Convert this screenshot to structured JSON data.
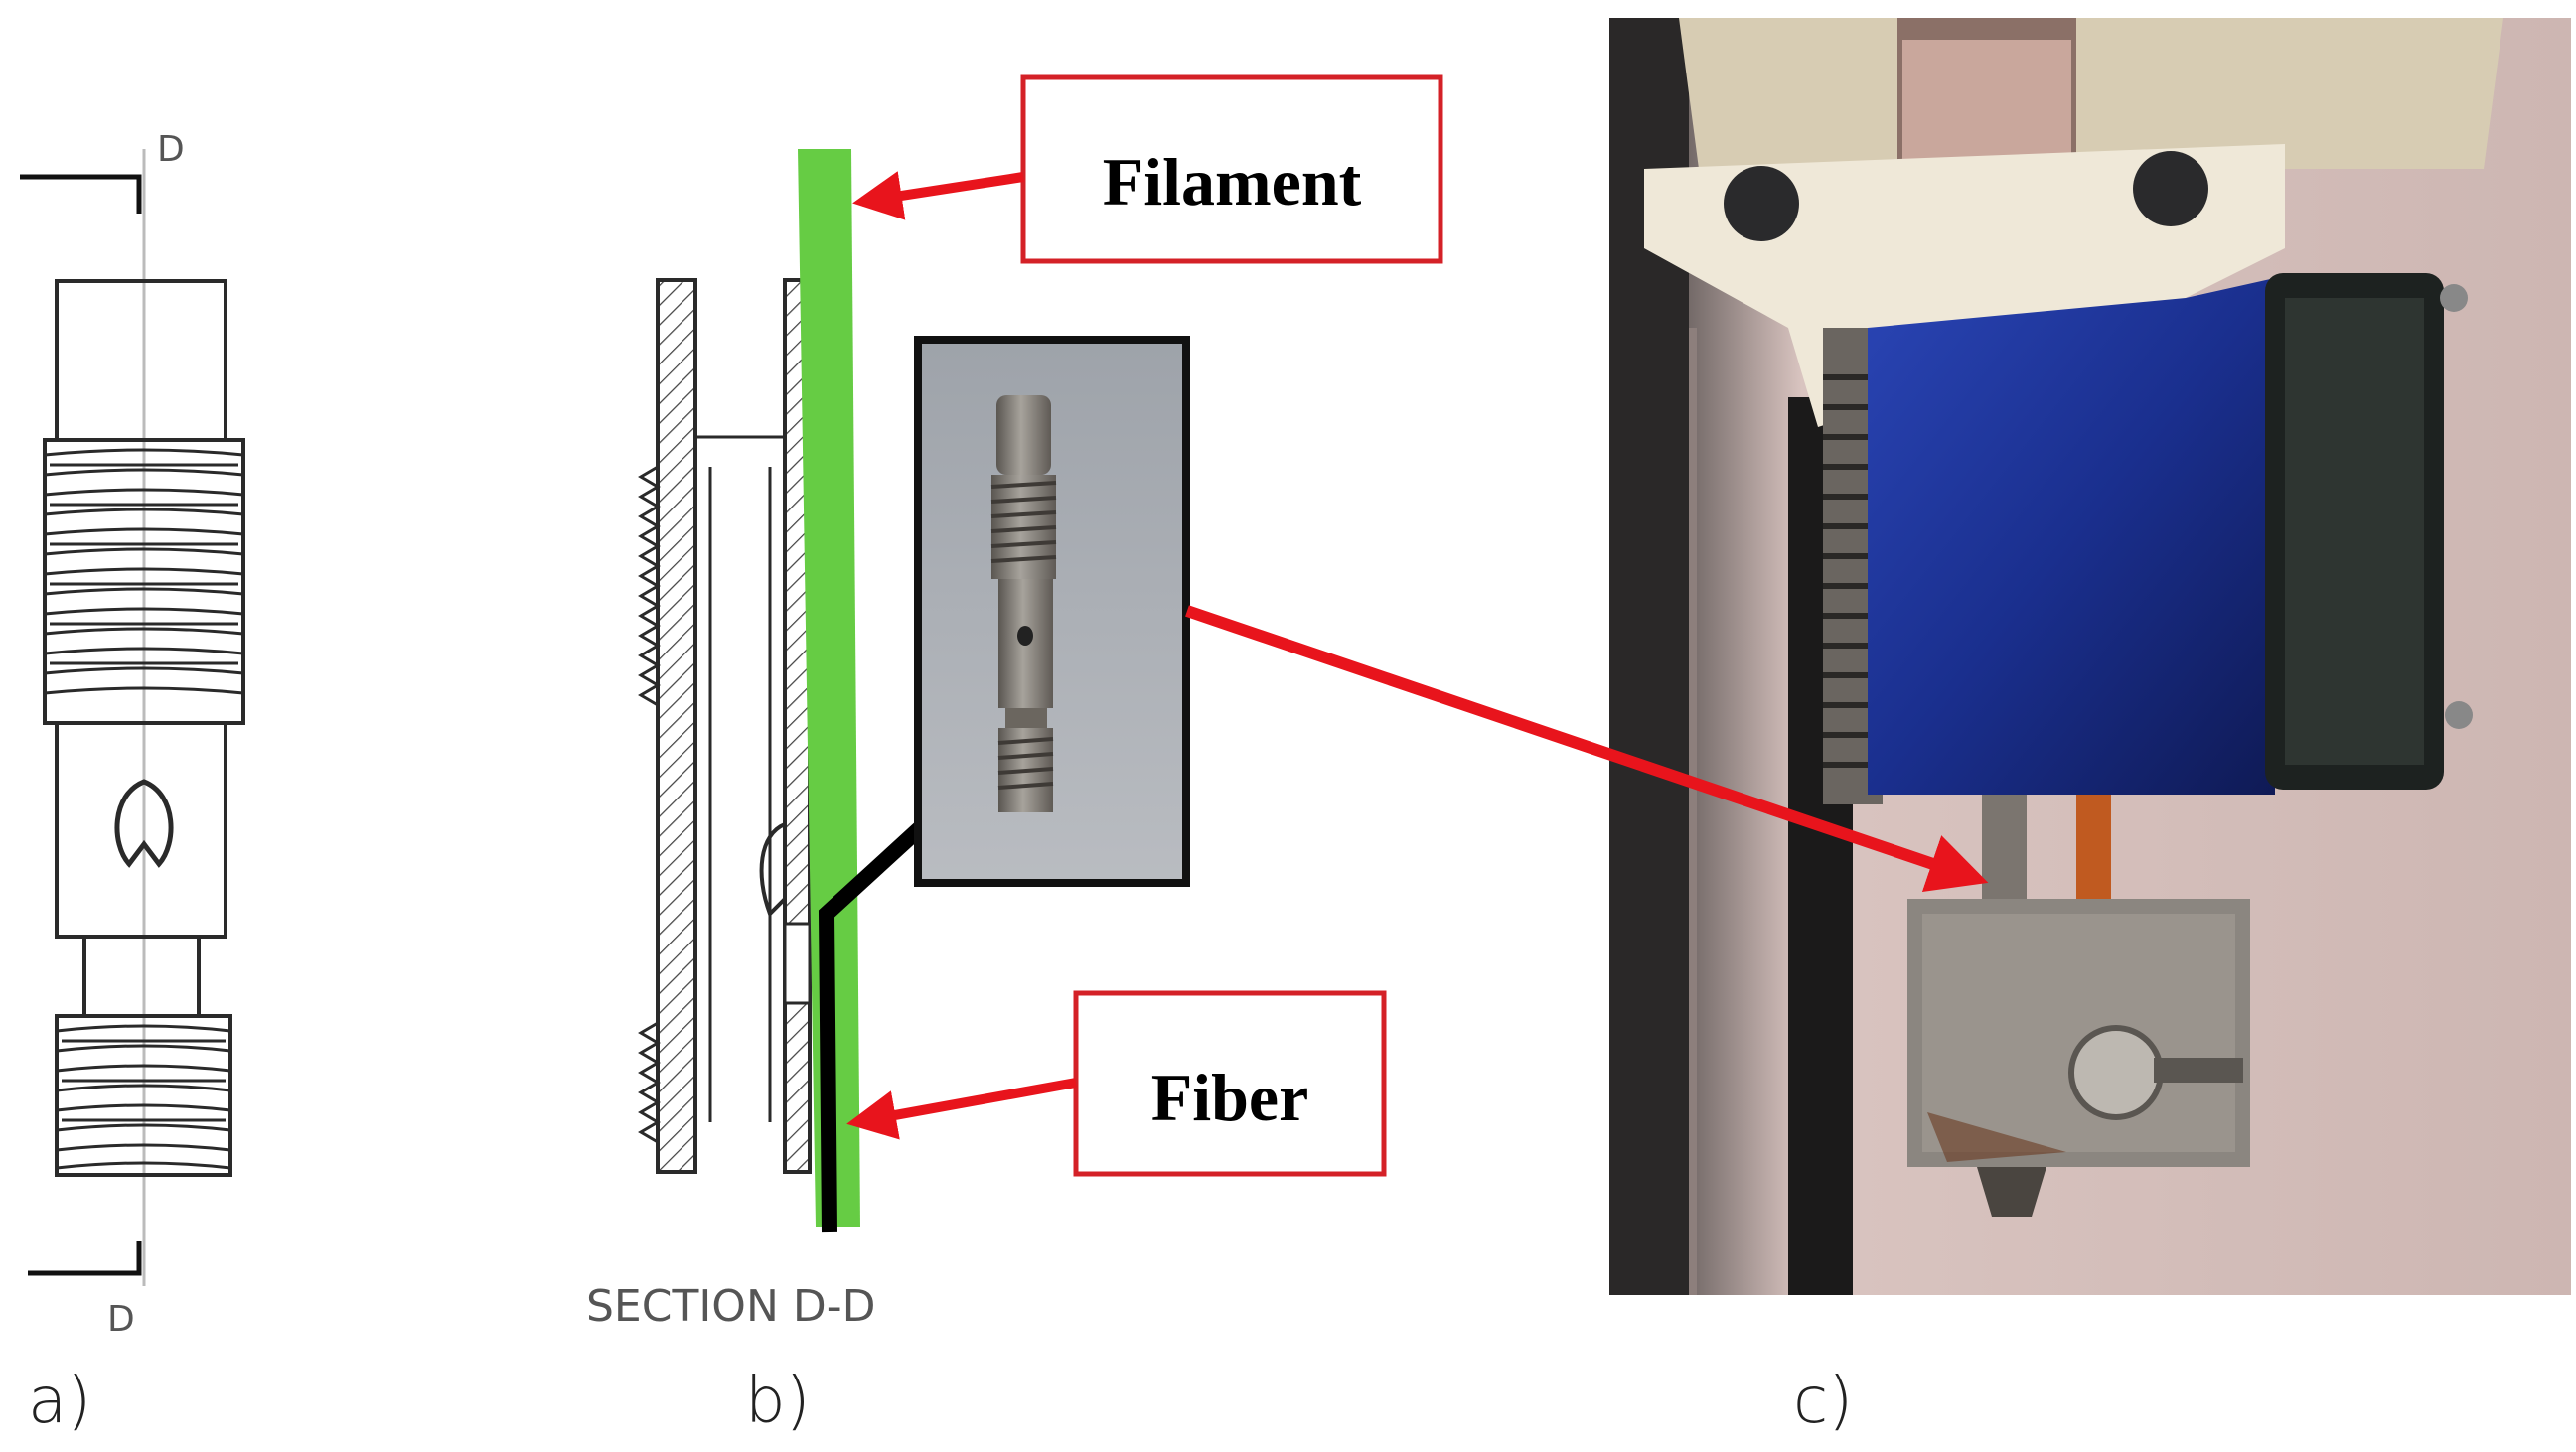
{
  "panels": {
    "a": {
      "label": "a)",
      "section_mark_top": "D",
      "section_mark_bottom": "D"
    },
    "b": {
      "label": "b)",
      "section_caption": "SECTION D-D",
      "callouts": {
        "filament": "Filament",
        "fiber": "Fiber"
      }
    },
    "c": {
      "label": "c)"
    }
  },
  "colors": {
    "filament_green": "#66cc44",
    "arrow_red": "#e8141c",
    "callout_border": "#d42127",
    "fiber_black": "#000000",
    "drawing_line": "#2a2a2a",
    "hotend_blue": "#1b2d7a",
    "block_silver": "#8b8680",
    "mount_ivory": "#efe8d8"
  }
}
